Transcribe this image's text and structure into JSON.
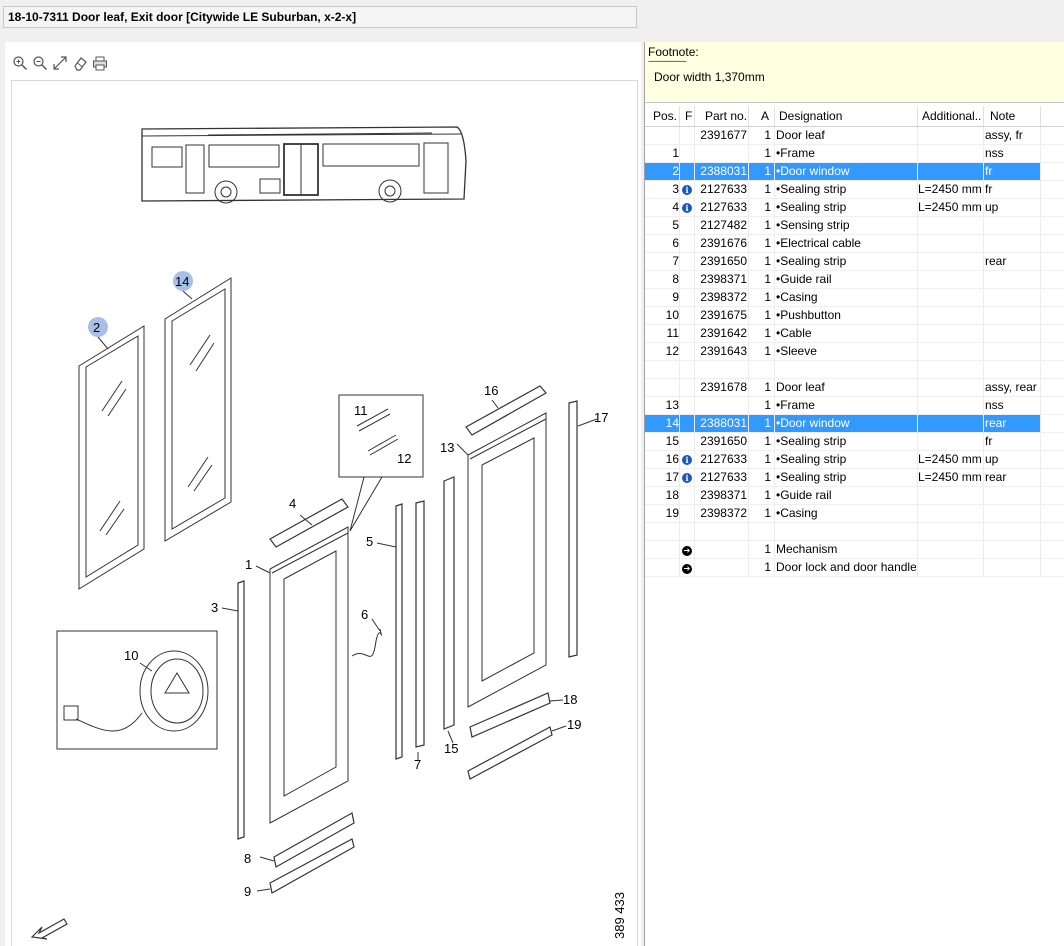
{
  "window_title": "18-10-7311 Door leaf, Exit door [Citywide LE Suburban, x-2-x]",
  "toolbar": {
    "zoom_in": "zoom-in-icon",
    "zoom_out": "zoom-out-icon",
    "fit": "fit-to-window-icon",
    "erase": "eraser-icon",
    "print": "print-icon"
  },
  "drawing": {
    "callouts": [
      "1",
      "2",
      "3",
      "4",
      "5",
      "6",
      "7",
      "8",
      "9",
      "10",
      "11",
      "12",
      "13",
      "14",
      "15",
      "16",
      "17",
      "18",
      "19"
    ],
    "highlighted_callouts": [
      "2",
      "14"
    ],
    "drawing_number": "389 433"
  },
  "footnote": {
    "label": "Footnote:",
    "separator": "-------------------",
    "text": "Door width 1,370mm"
  },
  "grid": {
    "columns": [
      "Pos.",
      "F",
      "Part no.",
      "A",
      "Designation",
      "Additional...",
      "Note"
    ],
    "rows": [
      {
        "pos": "",
        "f": "",
        "part": "2391677",
        "a": "1",
        "des": "Door leaf",
        "add": "",
        "note": "assy, fr",
        "sel": false
      },
      {
        "pos": "1",
        "f": "",
        "part": "",
        "a": "1",
        "des": "•Frame",
        "add": "",
        "note": "nss",
        "sel": false
      },
      {
        "pos": "2",
        "f": "",
        "part": "2388031",
        "a": "1",
        "des": "•Door window",
        "add": "",
        "note": "fr",
        "sel": true
      },
      {
        "pos": "3",
        "f": "info",
        "part": "2127633",
        "a": "1",
        "des": "•Sealing strip",
        "add": "L=2450 mm",
        "note": "fr",
        "sel": false
      },
      {
        "pos": "4",
        "f": "info",
        "part": "2127633",
        "a": "1",
        "des": "•Sealing strip",
        "add": "L=2450 mm",
        "note": "up",
        "sel": false
      },
      {
        "pos": "5",
        "f": "",
        "part": "2127482",
        "a": "1",
        "des": "•Sensing strip",
        "add": "",
        "note": "",
        "sel": false
      },
      {
        "pos": "6",
        "f": "",
        "part": "2391676",
        "a": "1",
        "des": "•Electrical cable",
        "add": "",
        "note": "",
        "sel": false
      },
      {
        "pos": "7",
        "f": "",
        "part": "2391650",
        "a": "1",
        "des": "•Sealing strip",
        "add": "",
        "note": "rear",
        "sel": false
      },
      {
        "pos": "8",
        "f": "",
        "part": "2398371",
        "a": "1",
        "des": "•Guide rail",
        "add": "",
        "note": "",
        "sel": false
      },
      {
        "pos": "9",
        "f": "",
        "part": "2398372",
        "a": "1",
        "des": "•Casing",
        "add": "",
        "note": "",
        "sel": false
      },
      {
        "pos": "10",
        "f": "",
        "part": "2391675",
        "a": "1",
        "des": "•Pushbutton",
        "add": "",
        "note": "",
        "sel": false
      },
      {
        "pos": "11",
        "f": "",
        "part": "2391642",
        "a": "1",
        "des": "•Cable",
        "add": "",
        "note": "",
        "sel": false
      },
      {
        "pos": "12",
        "f": "",
        "part": "2391643",
        "a": "1",
        "des": "•Sleeve",
        "add": "",
        "note": "",
        "sel": false
      },
      {
        "pos": "",
        "f": "",
        "part": "",
        "a": "",
        "des": "",
        "add": "",
        "note": "",
        "sel": false
      },
      {
        "pos": "",
        "f": "",
        "part": "2391678",
        "a": "1",
        "des": "Door leaf",
        "add": "",
        "note": "assy, rear",
        "sel": false
      },
      {
        "pos": "13",
        "f": "",
        "part": "",
        "a": "1",
        "des": "•Frame",
        "add": "",
        "note": "nss",
        "sel": false
      },
      {
        "pos": "14",
        "f": "",
        "part": "2388031",
        "a": "1",
        "des": "•Door window",
        "add": "",
        "note": "rear",
        "sel": true
      },
      {
        "pos": "15",
        "f": "",
        "part": "2391650",
        "a": "1",
        "des": "•Sealing strip",
        "add": "",
        "note": "fr",
        "sel": false
      },
      {
        "pos": "16",
        "f": "info",
        "part": "2127633",
        "a": "1",
        "des": "•Sealing strip",
        "add": "L=2450 mm",
        "note": "up",
        "sel": false
      },
      {
        "pos": "17",
        "f": "info",
        "part": "2127633",
        "a": "1",
        "des": "•Sealing strip",
        "add": "L=2450 mm",
        "note": "rear",
        "sel": false
      },
      {
        "pos": "18",
        "f": "",
        "part": "2398371",
        "a": "1",
        "des": "•Guide rail",
        "add": "",
        "note": "",
        "sel": false
      },
      {
        "pos": "19",
        "f": "",
        "part": "2398372",
        "a": "1",
        "des": "•Casing",
        "add": "",
        "note": "",
        "sel": false
      },
      {
        "pos": "",
        "f": "",
        "part": "",
        "a": "",
        "des": "",
        "add": "",
        "note": "",
        "sel": false
      },
      {
        "pos": "",
        "f": "link",
        "part": "",
        "a": "1",
        "des": "Mechanism",
        "add": "",
        "note": "",
        "sel": false
      },
      {
        "pos": "",
        "f": "link",
        "part": "",
        "a": "1",
        "des": "Door lock and door handles",
        "add": "",
        "note": "",
        "sel": false
      }
    ]
  }
}
